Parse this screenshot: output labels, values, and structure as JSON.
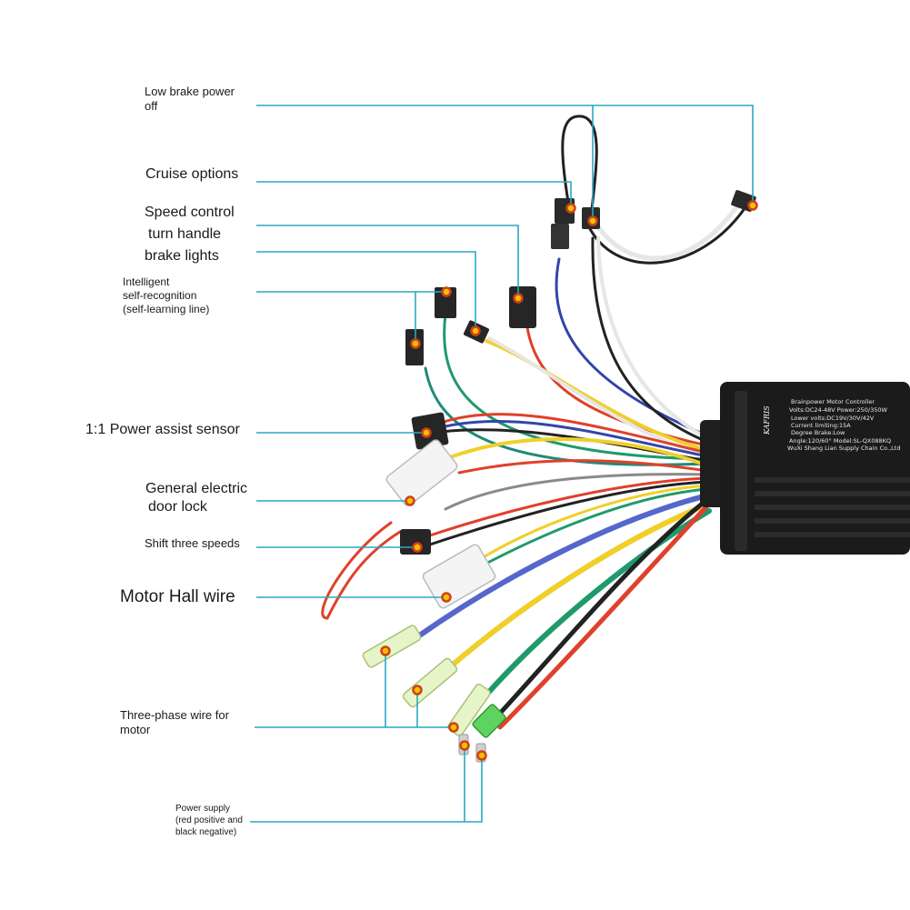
{
  "labels": {
    "low_brake": [
      "Low brake power",
      "off"
    ],
    "cruise": "Cruise options",
    "speed": "Speed control",
    "turn": "turn handle",
    "brake_lights": "brake lights",
    "intelligent": [
      "Intelligent",
      "self-recognition",
      "(self-learning line)"
    ],
    "power_assist": "1:1 Power assist sensor",
    "door_lock": [
      "General electric",
      "door lock"
    ],
    "shift": "Shift three speeds",
    "hall": "Motor Hall wire",
    "three_phase": [
      "Three-phase wire for",
      "motor"
    ],
    "power_supply": [
      "Power supply",
      "(red positive and",
      "black negative)"
    ]
  },
  "controller": {
    "brand": "KAFRIS",
    "lines": [
      "Brainpower Motor Controller",
      "Volts:DC24-48V  Power:250/350W",
      "Lower volts:DC19V/30V/42V",
      "Current limiting:15A",
      "Degree Brake:Low",
      "Angle:120/60° Model:SL-QX088KQ",
      "WuXi Shang Lian Supply Chain Co.,Ltd"
    ]
  },
  "colors": {
    "leader": "#2aa9c1",
    "marker": "#f2c200",
    "marker_ring": "#d0401a",
    "wire_red": "#e0402c",
    "wire_black": "#222222",
    "wire_yellow": "#f0cf2a",
    "wire_green": "#1f9a6a",
    "wire_blue": "#5566cc",
    "wire_white": "#e6e6e6",
    "wire_gray": "#8a8a8a",
    "controller": "#1b1b1b"
  }
}
